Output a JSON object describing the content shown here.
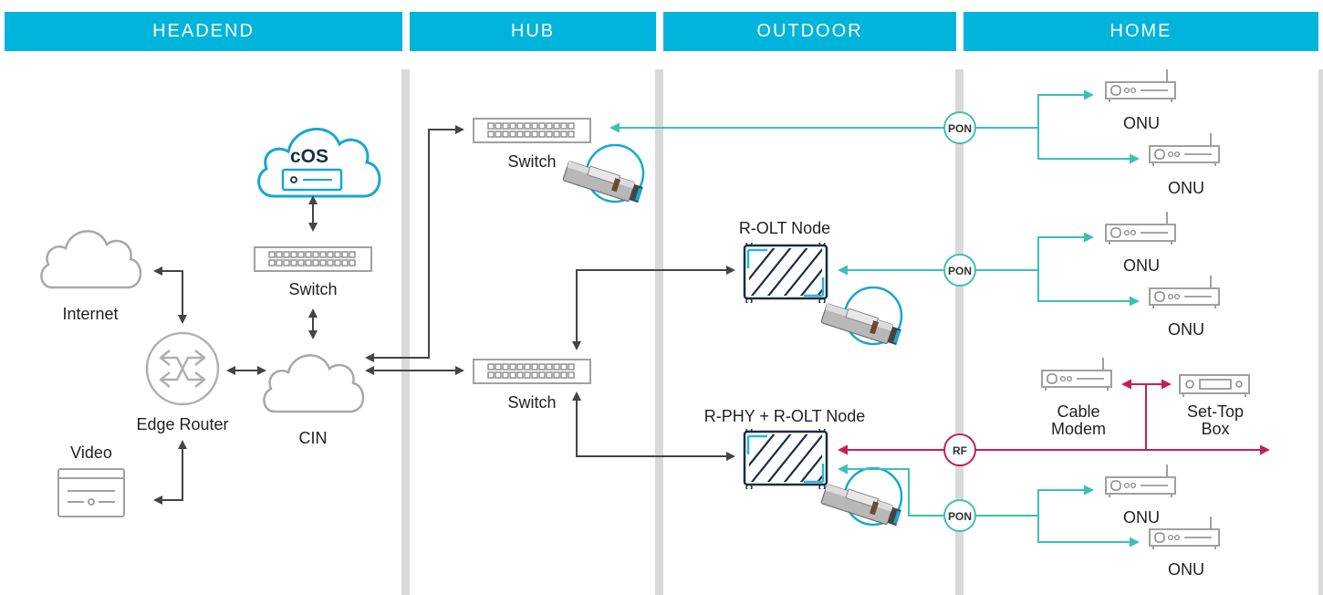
{
  "columns": [
    {
      "name": "HEADEND"
    },
    {
      "name": "HUB"
    },
    {
      "name": "OUTDOOR"
    },
    {
      "name": "HOME"
    }
  ],
  "labels": {
    "cos": "cOS",
    "internet": "Internet",
    "edge_router": "Edge Router",
    "video": "Video",
    "cin": "CIN",
    "switch_headend": "Switch",
    "switch_hub_top": "Switch",
    "switch_hub_mid": "Switch",
    "rolt_node": "R-OLT Node",
    "rphy_node": "R-PHY + R-OLT Node",
    "pon": "PON",
    "rf": "RF",
    "onu": "ONU",
    "cable_modem_1": "Cable",
    "cable_modem_2": "Modem",
    "stb_1": "Set-Top",
    "stb_2": "Box"
  },
  "colors": {
    "band": "#00b4dc",
    "pon_line": "#3dbfb3",
    "rf_line": "#c41e5a",
    "gray_line": "#444444",
    "separator": "#d9d9d9"
  }
}
